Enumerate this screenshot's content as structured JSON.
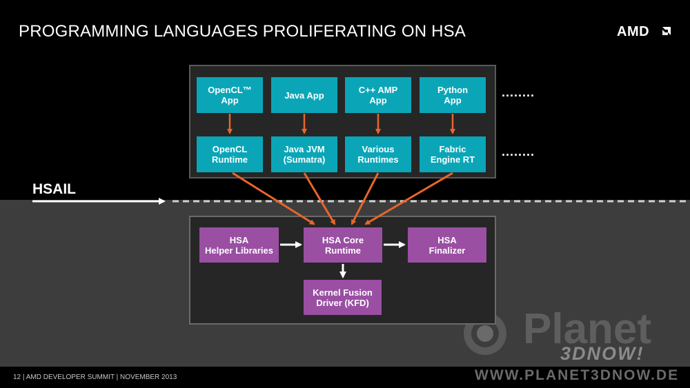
{
  "slide": {
    "title": "PROGRAMMING LANGUAGES PROLIFERATING ON HSA",
    "logo": "AMD",
    "hsail_label": "HSAIL",
    "footer": "12  |  AMD DEVELOPER SUMMIT  |  NOVEMBER 2013"
  },
  "apps": [
    {
      "label": "OpenCL™\nApp"
    },
    {
      "label": "Java App"
    },
    {
      "label": "C++ AMP\nApp"
    },
    {
      "label": "Python\nApp"
    }
  ],
  "runtimes": [
    {
      "label": "OpenCL\nRuntime"
    },
    {
      "label": "Java JVM\n(Sumatra)"
    },
    {
      "label": "Various\nRuntimes"
    },
    {
      "label": "Fabric\nEngine RT"
    }
  ],
  "ellipsis": "........",
  "hsa": {
    "helper": "HSA\nHelper Libraries",
    "core": "HSA Core\nRuntime",
    "finalizer": "HSA\nFinalizer",
    "kfd": "Kernel Fusion\nDriver (KFD)"
  },
  "colors": {
    "teal": "#0aa6b8",
    "purple": "#9a4fa3",
    "arrow_orange": "#e8662a",
    "arrow_white": "#ffffff"
  },
  "watermark": {
    "brand": "Planet",
    "sub": "3DNOW!",
    "url": "WWW.PLANET3DNOW.DE"
  }
}
